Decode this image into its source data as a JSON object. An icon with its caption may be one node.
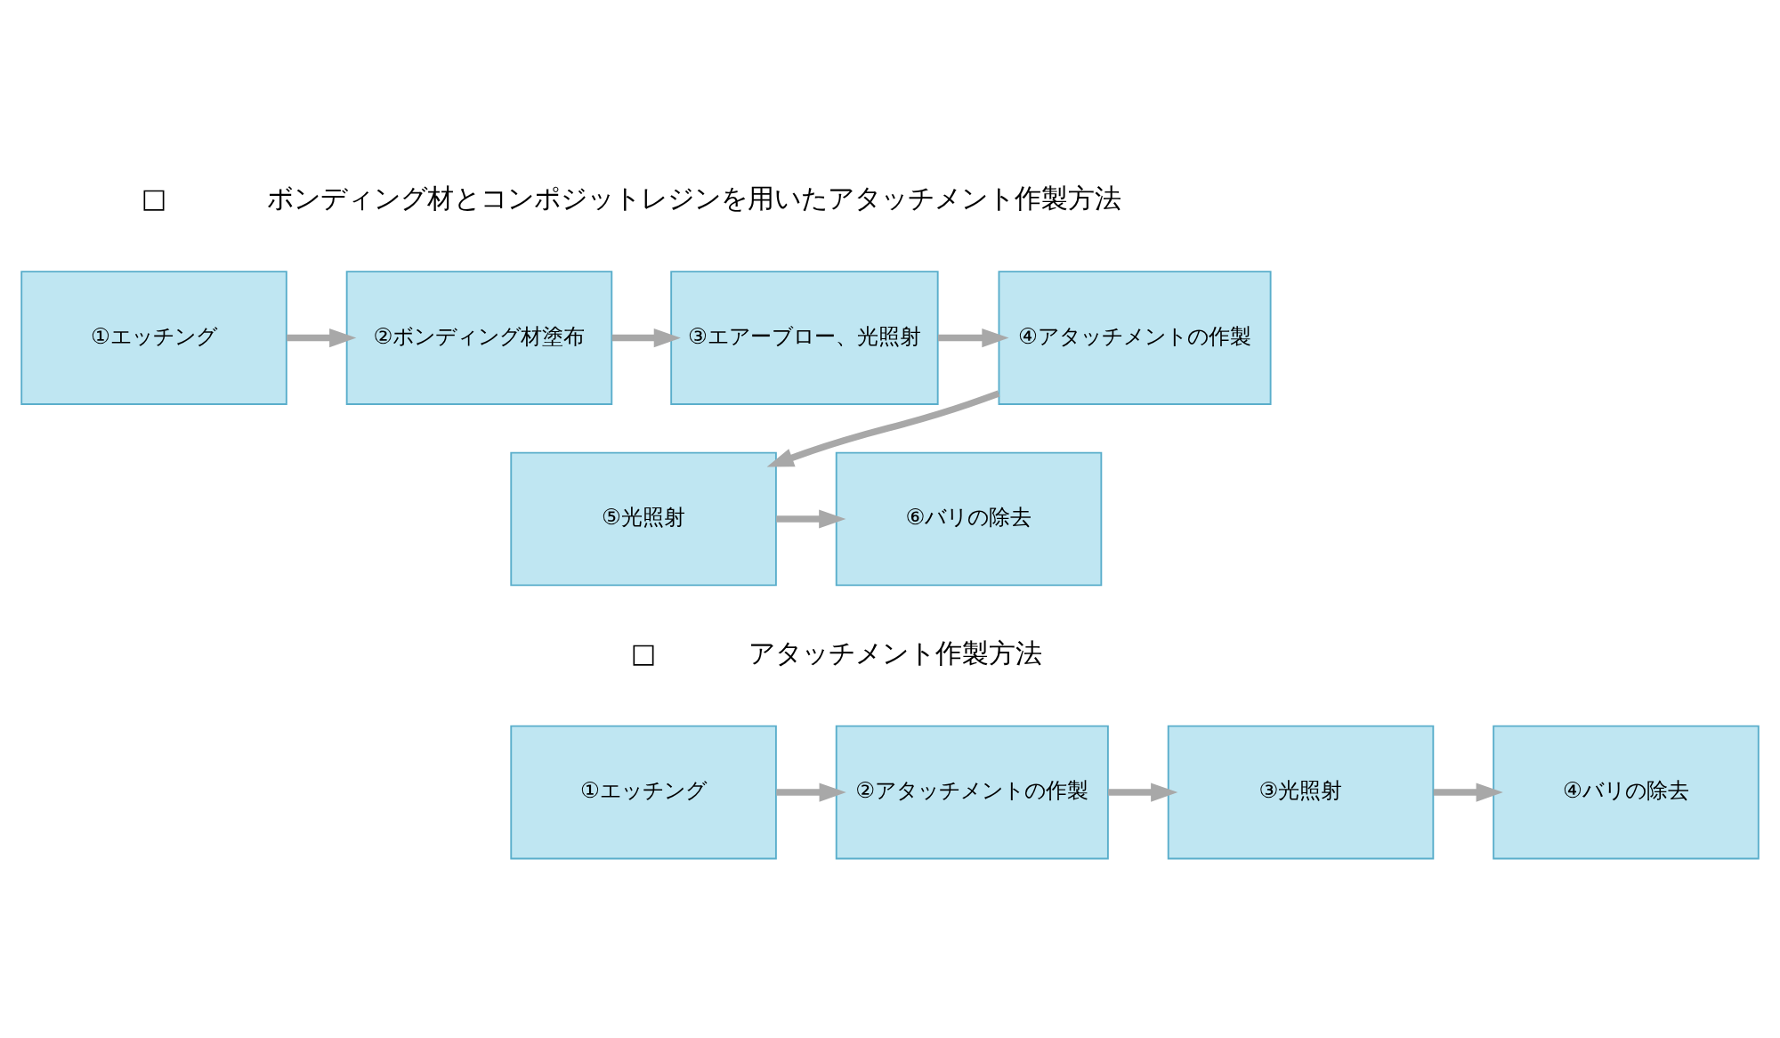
{
  "diagram": {
    "nodes": [
      {
        "text": [
          "①エッチング"
        ]
      },
      {
        "text": [
          "②ボンディング材塗布"
        ]
      },
      {
        "text": [
          "③エアーブロー、光照射"
        ]
      },
      {
        "text": [
          "④アタッチメントの作製"
        ]
      },
      {
        "text": [
          "⑤光照射"
        ]
      },
      {
        "text": [
          "⑥バリの除去"
        ]
      },
      {
        "text": [
          "①エッチング"
        ]
      },
      {
        "text": [
          "②アタッチメントの作製"
        ]
      },
      {
        "text": [
          "③光照射"
        ]
      },
      {
        "text": [
          "④バリの除去"
        ]
      }
    ],
    "edges": [
      {
        "from": 0,
        "to": 1,
        "arrow": "to"
      },
      {
        "from": 1,
        "to": 2,
        "arrow": "to"
      },
      {
        "from": 2,
        "to": 3,
        "arrow": "to"
      },
      {
        "from": 3,
        "to": 4,
        "arrow": "to"
      },
      {
        "from": 4,
        "to": 5,
        "arrow": "to"
      },
      {
        "from": 6,
        "to": 7,
        "arrow": "to"
      },
      {
        "from": 7,
        "to": 8,
        "arrow": "to"
      },
      {
        "from": 8,
        "to": 9,
        "arrow": "to"
      }
    ],
    "labels": [
      "□",
      "ボンディング材とコンポジットレジンを用いたアタッチメント作製方法",
      "□",
      "アタッチメント作製方法"
    ]
  }
}
